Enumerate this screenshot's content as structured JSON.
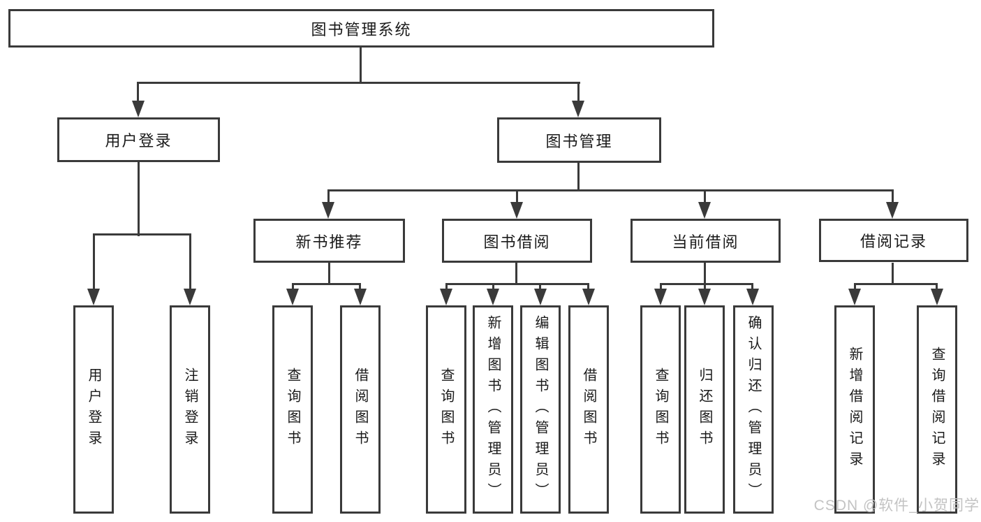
{
  "watermark": "CSDN @软件_小贺同学",
  "tree": {
    "label": "图书管理系统",
    "children": [
      {
        "label": "用户登录",
        "children": [
          {
            "label": "用户登录"
          },
          {
            "label": "注销登录"
          }
        ]
      },
      {
        "label": "图书管理",
        "children": [
          {
            "label": "新书推荐",
            "children": [
              {
                "label": "查询图书"
              },
              {
                "label": "借阅图书"
              }
            ]
          },
          {
            "label": "图书借阅",
            "children": [
              {
                "label": "查询图书"
              },
              {
                "label": "新增图书（管理员）"
              },
              {
                "label": "编辑图书（管理员）"
              },
              {
                "label": "借阅图书"
              }
            ]
          },
          {
            "label": "当前借阅",
            "children": [
              {
                "label": "查询图书"
              },
              {
                "label": "归还图书"
              },
              {
                "label": "确认归还（管理员）"
              }
            ]
          },
          {
            "label": "借阅记录",
            "children": [
              {
                "label": "新增借阅记录"
              },
              {
                "label": "查询借阅记录"
              }
            ]
          }
        ]
      }
    ]
  },
  "colors": {
    "line": "#3a3a3a",
    "text": "#1a1a1a",
    "watermark": "#c3c3c3",
    "background": "#ffffff"
  }
}
